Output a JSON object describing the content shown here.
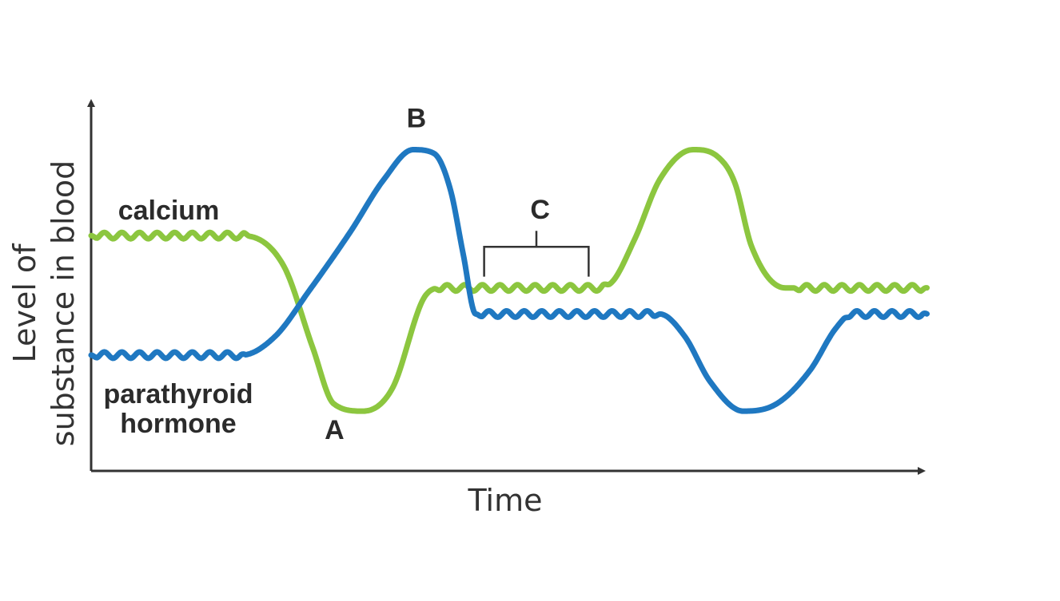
{
  "chart_data": {
    "type": "line",
    "xlabel": "Time",
    "ylabel_line1": "Level of",
    "ylabel_line2": "substance in blood",
    "xlim": [
      0,
      100
    ],
    "ylim": [
      0,
      100
    ],
    "axis_ticks": false,
    "grid": false,
    "legend": "none",
    "series": [
      {
        "name": "calcium",
        "color": "#8cc63f",
        "smooth": true,
        "wavy_segments": [
          [
            0,
            19
          ],
          [
            41,
            62
          ],
          [
            84,
            100
          ]
        ],
        "x": [
          0,
          18,
          23,
          26.5,
          29,
          32.5,
          36,
          40,
          42,
          60,
          62,
          65,
          68,
          72,
          75,
          77,
          79,
          83,
          100
        ],
        "y": [
          63,
          63,
          55,
          33,
          18,
          16,
          22,
          47,
          49,
          49,
          50,
          62,
          78,
          86,
          84,
          77,
          60,
          49,
          49
        ]
      },
      {
        "name": "parathyroid\nhormone",
        "name_line1": "parathyroid",
        "name_line2": "hormone",
        "color": "#1f78c1",
        "smooth": true,
        "wavy_segments": [
          [
            0,
            18.5
          ],
          [
            46,
            68
          ],
          [
            90,
            100
          ]
        ],
        "x": [
          0,
          18,
          22,
          26,
          31,
          35,
          38.5,
          41,
          43,
          44.5,
          46,
          68,
          71,
          74,
          78,
          82,
          86,
          89,
          91,
          100
        ],
        "y": [
          31,
          31,
          36,
          48,
          64,
          78,
          86,
          85,
          75,
          58,
          42,
          42,
          36,
          24,
          16,
          18,
          27,
          38,
          42,
          42
        ]
      }
    ],
    "annotations": [
      {
        "text": "A",
        "x": 29.1,
        "y": 8.5
      },
      {
        "text": "B",
        "x": 38.9,
        "y": 92
      },
      {
        "text": "C",
        "x": 53.7,
        "y": 67.5
      }
    ],
    "bracket_c": {
      "x_start": 47,
      "x_end": 59.5,
      "y_top": 60,
      "y_bottom": 52
    }
  }
}
